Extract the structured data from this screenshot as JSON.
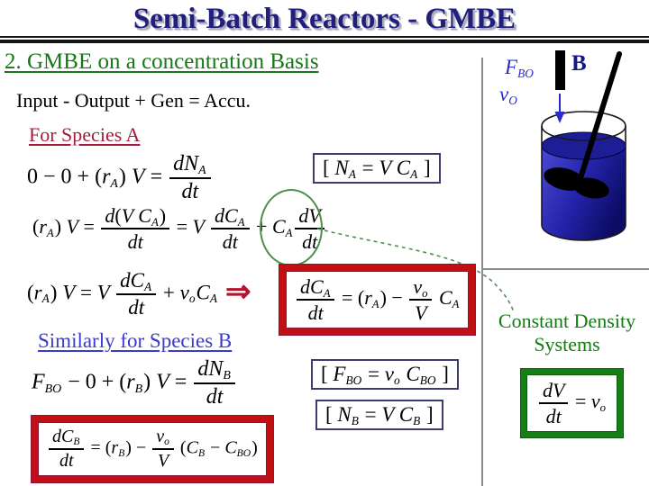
{
  "title": "Semi-Batch Reactors - GMBE",
  "headings": {
    "section": "2. GMBE on a concentration Basis",
    "balance": "Input - Output + Gen = Accu.",
    "species_a": "For Species A",
    "species_b": "Similarly for Species B",
    "constant_density": "Constant Density Systems"
  },
  "labels": {
    "implication_arrow": "⇒"
  },
  "diagram": {
    "feed_flow": [
      [
        "v",
        "F"
      ],
      [
        "s",
        "BO"
      ]
    ],
    "feed_rate": [
      [
        "v",
        "v"
      ],
      [
        "s",
        "O"
      ]
    ],
    "stream": "B"
  },
  "equations": {
    "species_a_balance": [
      [
        "t",
        "0 − 0 + ("
      ],
      [
        "v",
        "r"
      ],
      [
        "s",
        "A"
      ],
      [
        "t",
        ") "
      ],
      [
        "v",
        "V"
      ],
      [
        "t",
        " = "
      ],
      [
        "f",
        [
          [
            "v",
            "dN"
          ],
          [
            "s",
            "A"
          ]
        ],
        [
          [
            "v",
            "dt"
          ]
        ]
      ]
    ],
    "species_a_chain": [
      [
        "t",
        "("
      ],
      [
        "v",
        "r"
      ],
      [
        "s",
        "A"
      ],
      [
        "t",
        ") "
      ],
      [
        "v",
        "V"
      ],
      [
        "t",
        " = "
      ],
      [
        "f",
        [
          [
            "v",
            "d"
          ],
          [
            "t",
            "("
          ],
          [
            "v",
            "V C"
          ],
          [
            "s",
            "A"
          ],
          [
            "t",
            ")"
          ]
        ],
        [
          [
            "v",
            "dt"
          ]
        ]
      ],
      [
        "t",
        " = "
      ],
      [
        "v",
        "V "
      ],
      [
        "f",
        [
          [
            "v",
            "dC"
          ],
          [
            "s",
            "A"
          ]
        ],
        [
          [
            "v",
            "dt"
          ]
        ]
      ],
      [
        "t",
        " + "
      ],
      [
        "v",
        "C"
      ],
      [
        "s",
        "A"
      ],
      [
        "f",
        [
          [
            "v",
            "dV"
          ]
        ],
        [
          [
            "v",
            "dt"
          ]
        ]
      ]
    ],
    "species_a_reduced": [
      [
        "t",
        "("
      ],
      [
        "v",
        "r"
      ],
      [
        "s",
        "A"
      ],
      [
        "t",
        ") "
      ],
      [
        "v",
        "V"
      ],
      [
        "t",
        " = "
      ],
      [
        "v",
        "V "
      ],
      [
        "f",
        [
          [
            "v",
            "dC"
          ],
          [
            "s",
            "A"
          ]
        ],
        [
          [
            "v",
            "dt"
          ]
        ]
      ],
      [
        "t",
        " + "
      ],
      [
        "v",
        "v"
      ],
      [
        "s",
        "o"
      ],
      [
        "v",
        "C"
      ],
      [
        "s",
        "A"
      ]
    ],
    "species_a_result": [
      [
        "f",
        [
          [
            "v",
            "dC"
          ],
          [
            "s",
            "A"
          ]
        ],
        [
          [
            "v",
            "dt"
          ]
        ]
      ],
      [
        "t",
        " = ("
      ],
      [
        "v",
        "r"
      ],
      [
        "s",
        "A"
      ],
      [
        "t",
        ") − "
      ],
      [
        "f",
        [
          [
            "v",
            "v"
          ],
          [
            "s",
            "o"
          ]
        ],
        [
          [
            "v",
            "V"
          ]
        ]
      ],
      [
        "v",
        " C"
      ],
      [
        "s",
        "A"
      ]
    ],
    "na_identity": [
      [
        "t",
        "[ "
      ],
      [
        "v",
        "N"
      ],
      [
        "s",
        "A"
      ],
      [
        "t",
        " = "
      ],
      [
        "v",
        "V C"
      ],
      [
        "s",
        "A"
      ],
      [
        "t",
        " ]"
      ]
    ],
    "species_b_balance": [
      [
        "v",
        "F"
      ],
      [
        "s",
        "BO"
      ],
      [
        "t",
        " − 0 + ("
      ],
      [
        "v",
        "r"
      ],
      [
        "s",
        "B"
      ],
      [
        "t",
        ") "
      ],
      [
        "v",
        "V"
      ],
      [
        "t",
        " = "
      ],
      [
        "f",
        [
          [
            "v",
            "dN"
          ],
          [
            "s",
            "B"
          ]
        ],
        [
          [
            "v",
            "dt"
          ]
        ]
      ]
    ],
    "fbo_identity": [
      [
        "t",
        "[ "
      ],
      [
        "v",
        "F"
      ],
      [
        "s",
        "BO"
      ],
      [
        "t",
        " = "
      ],
      [
        "v",
        "v"
      ],
      [
        "s",
        "o"
      ],
      [
        "v",
        " C"
      ],
      [
        "s",
        "BO"
      ],
      [
        "t",
        " ]"
      ]
    ],
    "nb_identity": [
      [
        "t",
        "[ "
      ],
      [
        "v",
        "N"
      ],
      [
        "s",
        "B"
      ],
      [
        "t",
        " = "
      ],
      [
        "v",
        "V C"
      ],
      [
        "s",
        "B"
      ],
      [
        "t",
        " ]"
      ]
    ],
    "species_b_result": [
      [
        "f",
        [
          [
            "v",
            "dC"
          ],
          [
            "s",
            "B"
          ]
        ],
        [
          [
            "v",
            "dt"
          ]
        ]
      ],
      [
        "t",
        " = ("
      ],
      [
        "v",
        "r"
      ],
      [
        "s",
        "B"
      ],
      [
        "t",
        ") − "
      ],
      [
        "f",
        [
          [
            "v",
            "v"
          ],
          [
            "s",
            "o"
          ]
        ],
        [
          [
            "v",
            "V"
          ]
        ]
      ],
      [
        "t",
        " ("
      ],
      [
        "v",
        "C"
      ],
      [
        "s",
        "B"
      ],
      [
        "t",
        " − "
      ],
      [
        "v",
        "C"
      ],
      [
        "s",
        "BO"
      ],
      [
        "t",
        ")"
      ]
    ],
    "constant_density_result": [
      [
        "f",
        [
          [
            "v",
            "dV"
          ]
        ],
        [
          [
            "v",
            "dt"
          ]
        ]
      ],
      [
        "t",
        " = "
      ],
      [
        "v",
        "v"
      ],
      [
        "s",
        "o"
      ]
    ]
  },
  "colors": {
    "title_navy": "#20207c",
    "section_green": "#157a15",
    "species_a_red": "#a51c3c",
    "species_b_blue": "#3a3acc",
    "red_box_border": "#c01015",
    "green_box_border": "#168016",
    "identity_box_border": "#3b3b6e",
    "implication_arrow": "#b5122d",
    "annotation_green": "#4e8e4e",
    "divider_gray": "#8a8a8a",
    "diagram_label_blue": "#2a2acc",
    "liquid_dark": "#0c0c66",
    "liquid_light": "#4a4ad2"
  }
}
